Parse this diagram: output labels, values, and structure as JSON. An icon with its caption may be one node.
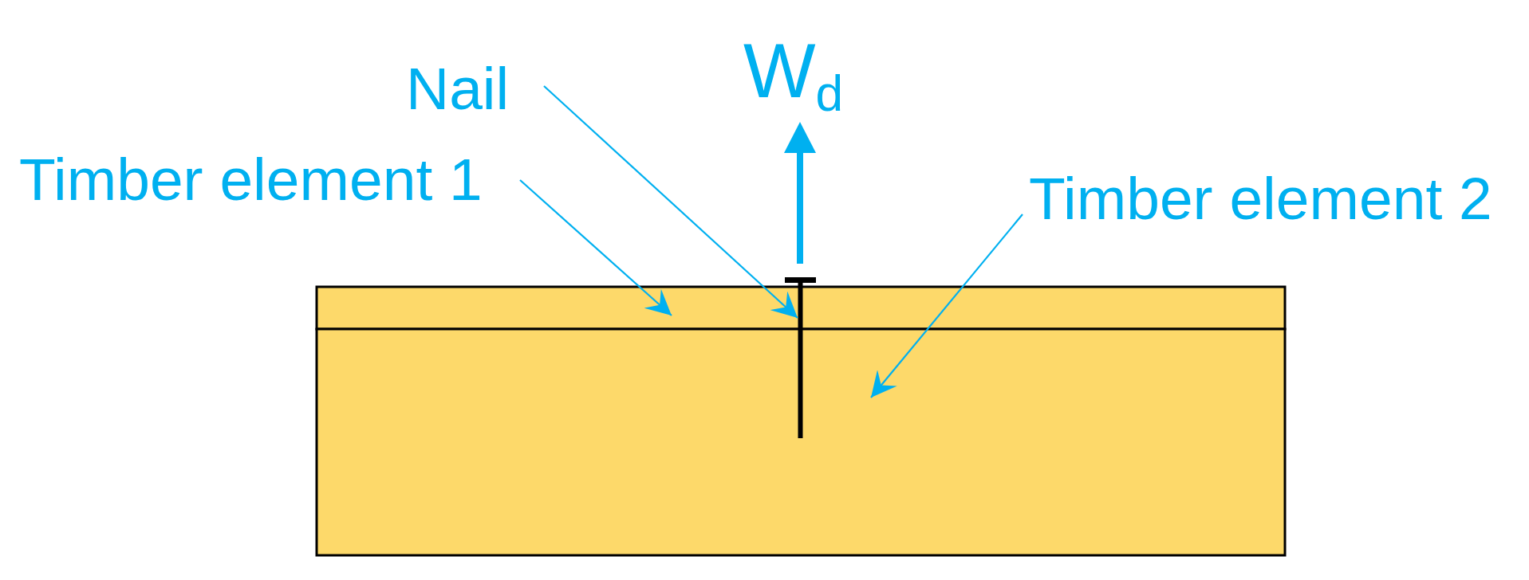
{
  "diagram": {
    "nodes": [
      {
        "text": [
          "Nail"
        ]
      },
      {
        "text": [
          "Timber element 1"
        ]
      },
      {
        "text": [
          "Timber element 2"
        ]
      },
      {
        "text": [],
        "shape": "picture"
      },
      {
        "text": [],
        "shape": "box"
      },
      {
        "text": [],
        "shape": "box"
      }
    ],
    "edges": [
      {
        "from": 0,
        "to": 3,
        "arrow": "to"
      },
      {
        "from": 1,
        "to": 4,
        "arrow": "to"
      },
      {
        "from": 2,
        "to": 5,
        "arrow": "to"
      }
    ],
    "labels": [
      "W$_{d}$"
    ]
  }
}
